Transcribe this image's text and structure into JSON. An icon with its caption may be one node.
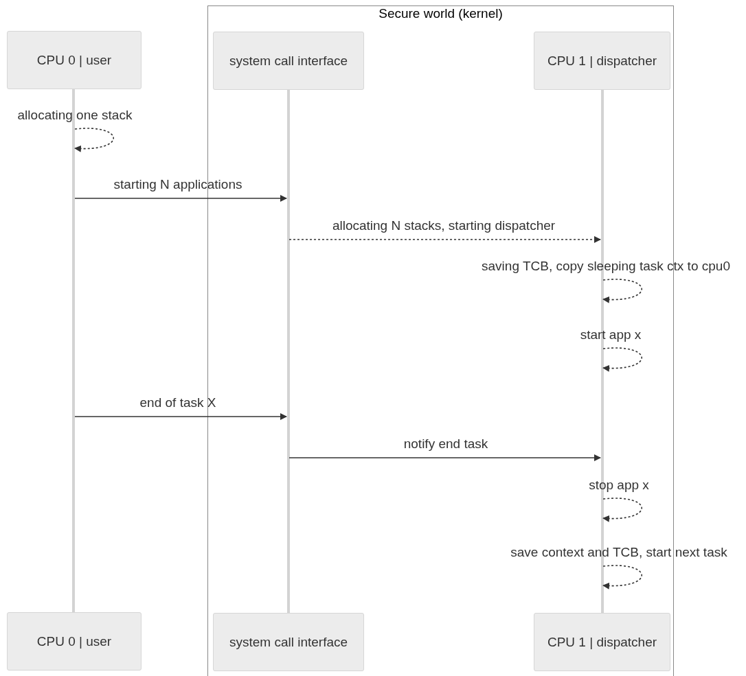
{
  "diagram": {
    "nodes": [
      {
        "text": [
          "Secure world (kernel)"
        ]
      },
      {
        "text": [
          "CPU 0 | user"
        ]
      },
      {
        "text": [
          "system call interface"
        ],
        "in": 0
      },
      {
        "text": [
          "CPU 1 | dispatcher"
        ],
        "in": 0
      },
      {
        "text": [],
        "shape": "bar"
      },
      {
        "text": [],
        "shape": "bar",
        "in": 0
      },
      {
        "text": [],
        "shape": "bar",
        "in": 0
      },
      {
        "text": [
          "CPU 0 | user"
        ]
      },
      {
        "text": [
          "system call interface"
        ],
        "in": 0
      },
      {
        "text": [
          "CPU 1 | dispatcher"
        ],
        "in": 0
      }
    ],
    "edges": [
      {
        "from": 4,
        "to": 4,
        "arrow": "to",
        "label": "allocating one stack",
        "style": "dashed"
      },
      {
        "from": 4,
        "to": 5,
        "arrow": "to",
        "label": "starting N applications"
      },
      {
        "from": 5,
        "to": 6,
        "arrow": "to",
        "label": "allocating N stacks, starting dispatcher",
        "style": "dashed"
      },
      {
        "from": 6,
        "to": 6,
        "arrow": "to",
        "label": "saving TCB, copy sleeping task ctx to cpu0",
        "style": "dashed"
      },
      {
        "from": 6,
        "to": 6,
        "arrow": "to",
        "label": "start app x",
        "style": "dashed"
      },
      {
        "from": 4,
        "to": 5,
        "arrow": "to",
        "label": "end of task X"
      },
      {
        "from": 5,
        "to": 6,
        "arrow": "to",
        "label": "notify end task"
      },
      {
        "from": 6,
        "to": 6,
        "arrow": "to",
        "label": "stop app x",
        "style": "dashed"
      },
      {
        "from": 6,
        "to": 6,
        "arrow": "to",
        "label": "save context and TCB, start next task",
        "style": "dashed"
      }
    ]
  }
}
